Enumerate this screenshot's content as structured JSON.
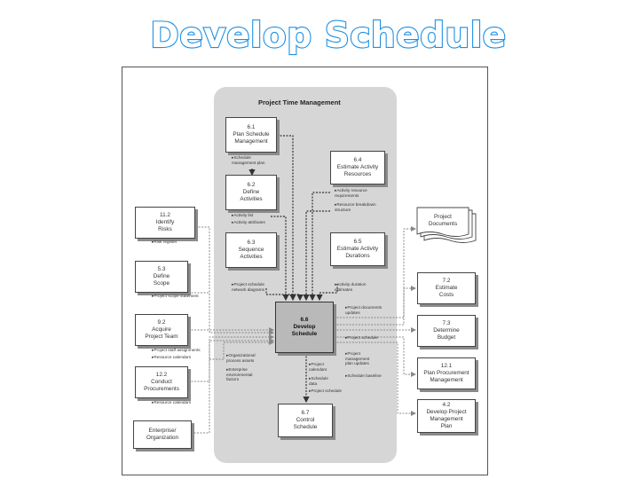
{
  "title": "Develop Schedule",
  "diagram": {
    "panel_title": "Project Time Management",
    "processes": {
      "p61": "6.1\nPlan Schedule\nManagement",
      "p62": "6.2\nDefine\nActivities",
      "p63": "6.3\nSequence\nActivities",
      "p64": "6.4\nEstimate Activity\nResources",
      "p65": "6.5\nEstimate Activity\nDurations",
      "p66": "6.6\nDevelop\nSchedule",
      "p67": "6.7\nControl\nSchedule"
    },
    "external_left": {
      "risks": "11.2\nIdentify\nRisks",
      "scope": "5.3\nDefine\nScope",
      "team": "9.2\nAcquire\nProject Team",
      "procurements": "12.2\nConduct\nProcurements",
      "enterprise": "Enterprise/\nOrganization"
    },
    "external_right": {
      "documents": "Project\nDocuments",
      "costs": "7.2\nEstimate\nCosts",
      "budget": "7.3\nDetermine\nBudget",
      "procurement_mgmt": "12.1\nPlan Procurement\nManagement",
      "plan": "4.2\nDevelop Project\nManagement\nPlan"
    },
    "flows": {
      "schedule_mgmt_plan": "Schedule\nmanagement plan",
      "activity_list": "Activity list",
      "activity_attributes": "Activity attributes",
      "resource_requirements": "Activity resource\nrequirements",
      "resource_breakdown": "Resource breakdown\nstructure",
      "network_diagrams": "Project schedule\nnetwork diagrams",
      "duration_estimates": "Activity duration\nestimates",
      "risk_register": "Risk register",
      "scope_statement": "Project scope statement",
      "staff_assignments": "Project staff assignments",
      "resource_calendars_1": "Resource calendars",
      "resource_calendars_2": "Resource calendars",
      "opa": "Organizational\nprocess assets",
      "eef": "Enterprise\nenvironmental\nfactors",
      "project_calendars": "Project\ncalendars",
      "schedule_data": "Schedule\ndata",
      "project_schedule_1": "Project schedule",
      "project_schedule_2": "Project schedule",
      "doc_updates": "Project documents\nupdates",
      "pm_plan_updates": "Project\nmanagement\nplan updates",
      "schedule_baseline": "Schedule baseline"
    }
  }
}
